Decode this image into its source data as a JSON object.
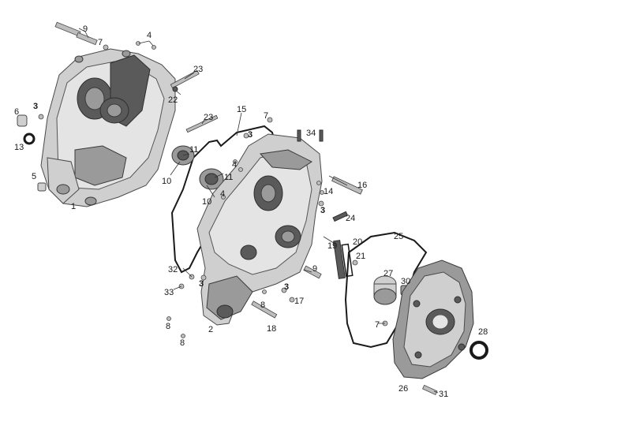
{
  "diagram": {
    "callouts": [
      {
        "id": "c9a",
        "text": "9"
      },
      {
        "id": "c7a",
        "text": "7"
      },
      {
        "id": "c4a",
        "text": "4"
      },
      {
        "id": "c23a",
        "text": "23"
      },
      {
        "id": "c22",
        "text": "22"
      },
      {
        "id": "c3a",
        "text": "3"
      },
      {
        "id": "c6",
        "text": "6"
      },
      {
        "id": "c13",
        "text": "13"
      },
      {
        "id": "c5",
        "text": "5"
      },
      {
        "id": "c1",
        "text": "1"
      },
      {
        "id": "c15",
        "text": "15"
      },
      {
        "id": "c7b",
        "text": "7"
      },
      {
        "id": "c23b",
        "text": "23"
      },
      {
        "id": "c3b",
        "text": "3"
      },
      {
        "id": "c34",
        "text": "34"
      },
      {
        "id": "c11a",
        "text": "11"
      },
      {
        "id": "c10a",
        "text": "10"
      },
      {
        "id": "c4b",
        "text": "4"
      },
      {
        "id": "c11b",
        "text": "11"
      },
      {
        "id": "c4c",
        "text": "4"
      },
      {
        "id": "c10b",
        "text": "10"
      },
      {
        "id": "c16",
        "text": "16"
      },
      {
        "id": "c14",
        "text": "14"
      },
      {
        "id": "c3c",
        "text": "3"
      },
      {
        "id": "c24",
        "text": "24"
      },
      {
        "id": "c20",
        "text": "20"
      },
      {
        "id": "c19",
        "text": "19"
      },
      {
        "id": "c25",
        "text": "25"
      },
      {
        "id": "c21",
        "text": "21"
      },
      {
        "id": "c9b",
        "text": "9"
      },
      {
        "id": "c32",
        "text": "32"
      },
      {
        "id": "c3d",
        "text": "3"
      },
      {
        "id": "c33",
        "text": "33"
      },
      {
        "id": "c3e",
        "text": "3"
      },
      {
        "id": "c17",
        "text": "17"
      },
      {
        "id": "c8a",
        "text": "8"
      },
      {
        "id": "c27",
        "text": "27"
      },
      {
        "id": "c30",
        "text": "30"
      },
      {
        "id": "c8b",
        "text": "8"
      },
      {
        "id": "c2",
        "text": "2"
      },
      {
        "id": "c18",
        "text": "18"
      },
      {
        "id": "c8c",
        "text": "8"
      },
      {
        "id": "c7c",
        "text": "7"
      },
      {
        "id": "c28",
        "text": "28"
      },
      {
        "id": "c26",
        "text": "26"
      },
      {
        "id": "c31",
        "text": "31"
      }
    ]
  }
}
